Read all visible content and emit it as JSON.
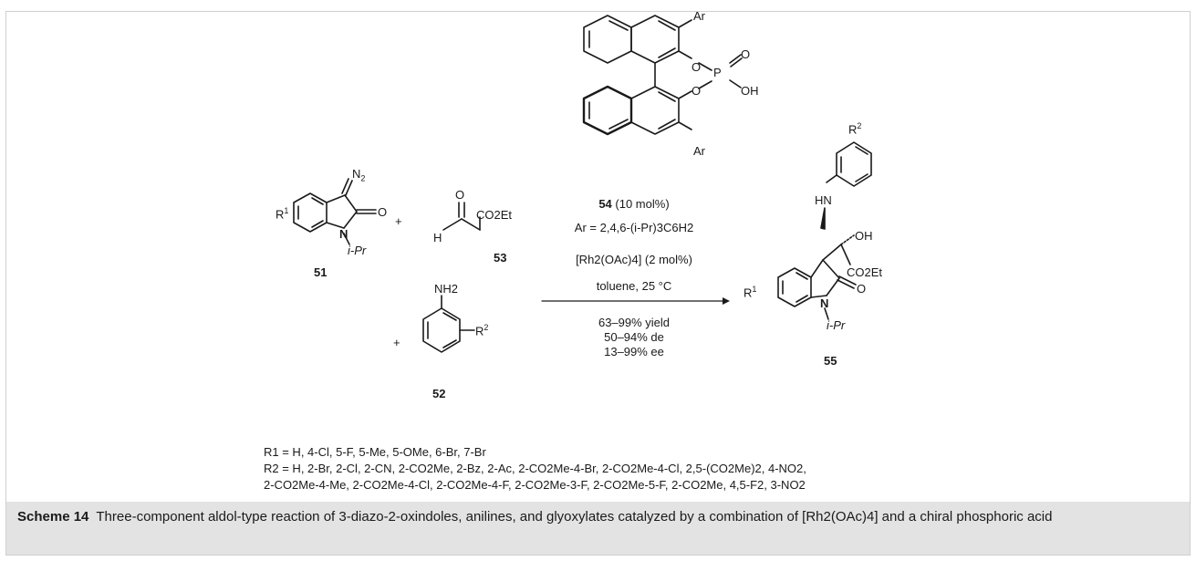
{
  "catalyst": {
    "ar_top": "Ar",
    "ar_bottom": "Ar",
    "o1": "O",
    "o2": "O",
    "p": "P",
    "o3": "O",
    "oh": "OH"
  },
  "reactant_51": {
    "n2": "N",
    "n2_sub": "2",
    "r1": "R",
    "r1_sup": "1",
    "o": "O",
    "n": "N",
    "ipr": "i-Pr",
    "label": "51"
  },
  "plus_1": "+",
  "plus_2": "+",
  "reactant_53": {
    "o": "O",
    "h": "H",
    "co2et": "CO2Et",
    "label": "53"
  },
  "reactant_52": {
    "nh2": "NH2",
    "r2": "R",
    "r2_sup": "2",
    "label": "52"
  },
  "conditions": {
    "cat_label": "54",
    "cat_loading": " (10 mol%)",
    "ar_def": "Ar = 2,4,6-(i-Pr)3C6H2",
    "rh": "[Rh2(OAc)4] (2 mol%)",
    "solvent": "toluene, 25 °C",
    "yield": "63–99% yield",
    "de": "50–94% de",
    "ee": "13–99% ee"
  },
  "product_55": {
    "r2": "R",
    "r2_sup": "2",
    "hn": "HN",
    "oh": "OH",
    "co2et": "CO2Et",
    "r1": "R",
    "r1_sup": "1",
    "o": "O",
    "n": "N",
    "ipr": "i-Pr",
    "label": "55"
  },
  "substituents": {
    "r1_line": "R1 = H, 4-Cl, 5-F, 5-Me, 5-OMe, 6-Br, 7-Br",
    "r2_line1": "R2 = H, 2-Br, 2-Cl, 2-CN, 2-CO2Me, 2-Bz, 2-Ac, 2-CO2Me-4-Br, 2-CO2Me-4-Cl, 2,5-(CO2Me)2, 4-NO2,",
    "r2_line2": "2-CO2Me-4-Me, 2-CO2Me-4-Cl, 2-CO2Me-4-F, 2-CO2Me-3-F, 2-CO2Me-5-F, 2-CO2Me, 4,5-F2, 3-NO2"
  },
  "caption": {
    "label": "Scheme 14",
    "text": "Three-component aldol-type reaction of 3-diazo-2-oxindoles, anilines, and glyoxylates catalyzed by a combination of [Rh2(OAc)4] and a chiral phosphoric acid"
  }
}
